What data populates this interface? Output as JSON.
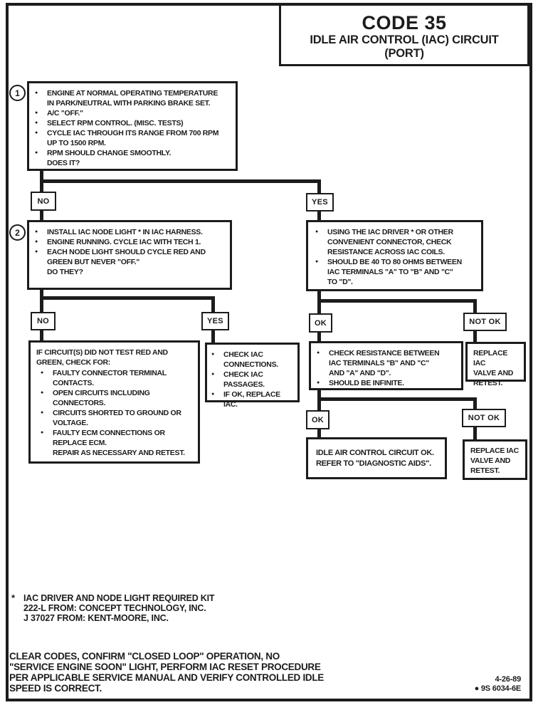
{
  "colors": {
    "ink": "#1c1c1c",
    "paper": "#ffffff"
  },
  "glyphs": {
    "bullet": "●"
  },
  "header": {
    "code": "CODE 35",
    "title": "IDLE AIR CONTROL (IAC) CIRCUIT",
    "subtitle": "(PORT)"
  },
  "markers": {
    "step1": "1",
    "step2": "2"
  },
  "decisions": {
    "no1": "NO",
    "yes1": "YES",
    "no2": "NO",
    "yes2": "YES",
    "ok1": "OK",
    "notok1": "NOT OK",
    "ok2": "OK",
    "notok2": "NOT OK"
  },
  "boxes": {
    "step1": {
      "items": [
        {
          "text": "ENGINE AT NORMAL OPERATING TEMPERATURE\nIN PARK/NEUTRAL WITH PARKING BRAKE SET."
        },
        {
          "text": "A/C \"OFF.\""
        },
        {
          "text": "SELECT RPM CONTROL.  (MISC. TESTS)"
        },
        {
          "text": "CYCLE IAC THROUGH ITS RANGE FROM 700 RPM\nUP TO 1500 RPM."
        },
        {
          "text": "RPM SHOULD CHANGE SMOOTHLY.\nDOES IT?"
        }
      ]
    },
    "step2": {
      "items": [
        {
          "text": "INSTALL IAC NODE LIGHT * IN IAC HARNESS."
        },
        {
          "text": "ENGINE RUNNING.  CYCLE IAC WITH TECH 1."
        },
        {
          "text": "EACH NODE LIGHT SHOULD CYCLE RED AND\nGREEN BUT NEVER \"OFF.\"\nDO THEY?"
        }
      ]
    },
    "resistance_check": {
      "items": [
        {
          "text": "USING THE IAC DRIVER * OR OTHER\nCONVENIENT CONNECTOR, CHECK\nRESISTANCE ACROSS IAC COILS."
        },
        {
          "text": "SHOULD BE 40 TO 80 OHMS BETWEEN\nIAC TERMINALS \"A\" TO \"B\" AND \"C\"\nTO \"D\"."
        }
      ]
    },
    "fault_check": {
      "heading": "IF CIRCUIT(S) DID NOT TEST RED AND\nGREEN, CHECK FOR:",
      "items": [
        {
          "text": "FAULTY CONNECTOR TERMINAL\nCONTACTS."
        },
        {
          "text": "OPEN CIRCUITS INCLUDING\nCONNECTORS."
        },
        {
          "text": "CIRCUITS SHORTED TO GROUND OR\nVOLTAGE."
        },
        {
          "text": "FAULTY ECM CONNECTIONS OR\nREPLACE ECM.\nREPAIR AS NECESSARY AND RETEST."
        }
      ]
    },
    "iac_check": {
      "items": [
        {
          "text": "CHECK IAC\nCONNECTIONS."
        },
        {
          "text": "CHECK IAC\nPASSAGES."
        },
        {
          "text": "IF OK, REPLACE IAC."
        }
      ]
    },
    "infinite_check": {
      "items": [
        {
          "text": "CHECK RESISTANCE BETWEEN\nIAC TERMINALS \"B\" AND \"C\"\nAND \"A\" AND \"D\"."
        },
        {
          "text": "SHOULD BE INFINITE."
        }
      ]
    },
    "replace1": {
      "text": "REPLACE IAC\nVALVE AND\nRETEST."
    },
    "circuit_ok": {
      "text": "IDLE AIR CONTROL CIRCUIT OK.\nREFER TO \"DIAGNOSTIC AIDS\"."
    },
    "replace2": {
      "text": "REPLACE IAC\nVALVE AND\nRETEST."
    }
  },
  "footnote": {
    "mark": "*",
    "lines": [
      "IAC DRIVER AND NODE LIGHT REQUIRED KIT",
      "222-L FROM:  CONCEPT TECHNOLOGY, INC.",
      "J 37027 FROM:  KENT-MOORE, INC."
    ]
  },
  "footer": {
    "note": "CLEAR CODES, CONFIRM \"CLOSED LOOP\" OPERATION, NO\n\"SERVICE ENGINE SOON\" LIGHT, PERFORM IAC RESET PROCEDURE\nPER APPLICABLE SERVICE MANUAL AND VERIFY CONTROLLED IDLE\nSPEED IS CORRECT.",
    "date": "4-26-89",
    "doc_code": "● 9S 6034-6E"
  }
}
